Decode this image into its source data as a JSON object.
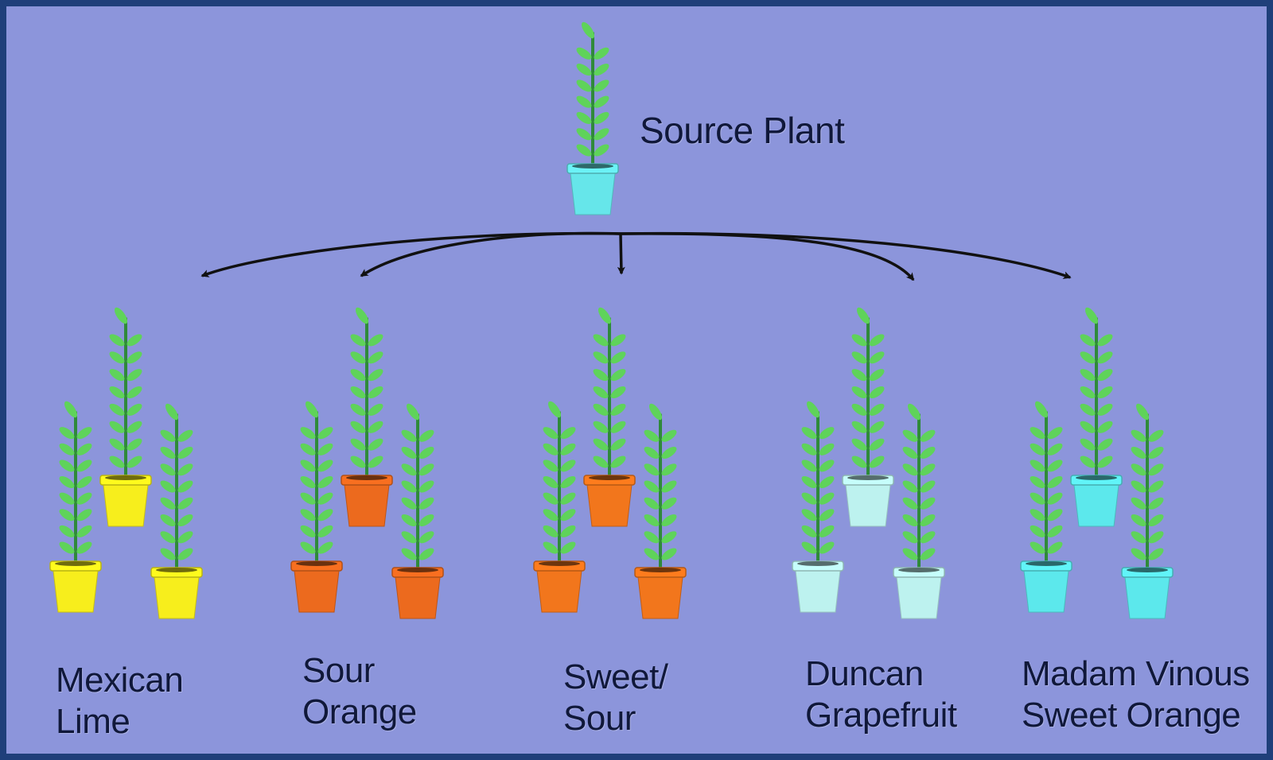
{
  "diagram": {
    "colors": {
      "background": "#8c95db",
      "border": "#1f3f7a",
      "stem": "#2f8a3a",
      "leaf": "#5fd35a",
      "arrow": "#111111",
      "text": "#10183a"
    },
    "source": {
      "label": "Source Plant",
      "pot_color": "#66e6ea",
      "icon": "plant-in-pot-icon"
    },
    "groups": [
      {
        "name_line1": "Mexican",
        "name_line2": "Lime",
        "pot_color": "#f7ee1c"
      },
      {
        "name_line1": "Sour",
        "name_line2": "Orange",
        "pot_color": "#ec6a1e"
      },
      {
        "name_line1": "Sweet/",
        "name_line2": "Sour",
        "pot_color": "#f2761c"
      },
      {
        "name_line1": "Duncan",
        "name_line2": "Grapefruit",
        "pot_color": "#bdf2ef"
      },
      {
        "name_line1": "Madam Vinous",
        "name_line2": "Sweet Orange",
        "pot_color": "#5ce8ec"
      }
    ]
  }
}
